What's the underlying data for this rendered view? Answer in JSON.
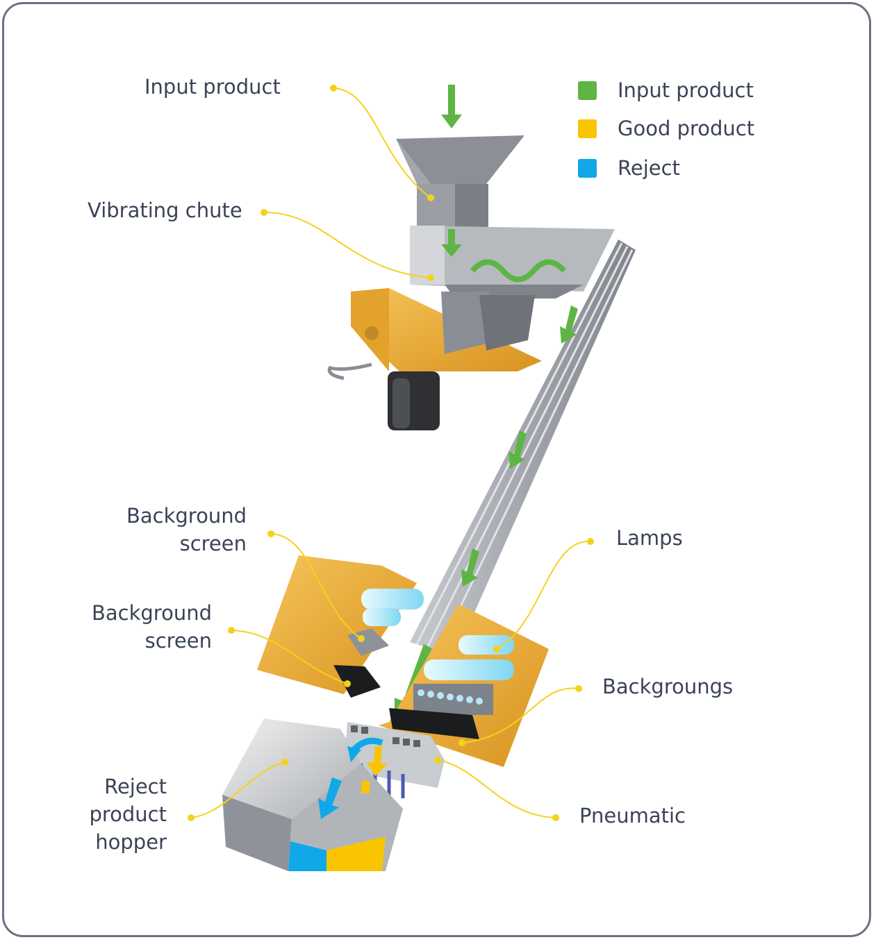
{
  "labels": {
    "input_product": "Input product",
    "vibrating_chute": "Vibrating chute",
    "background_screen_1": [
      "Background",
      "screen"
    ],
    "background_screen_2": [
      "Background",
      "screen"
    ],
    "reject_product_hopper": [
      "Reject",
      "product",
      "hopper"
    ],
    "lamps": "Lamps",
    "backgroungs": "Backgroungs",
    "pneumatic": "Pneumatic"
  },
  "legend": [
    {
      "label": "Input product",
      "color": "#5db544"
    },
    {
      "label": "Good product",
      "color": "#f8c500"
    },
    {
      "label": "Reject",
      "color": "#10a8e8"
    }
  ],
  "colors": {
    "leader": "#f4d21c",
    "housing": "#f0b43c",
    "metal": "#9ea2a8",
    "flow_input": "#5db544",
    "flow_good": "#f8c500",
    "flow_reject": "#10a8e8"
  }
}
